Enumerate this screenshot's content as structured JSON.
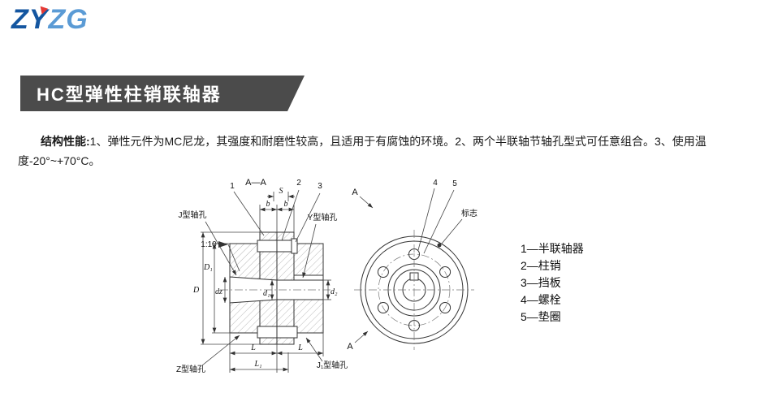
{
  "logo": {
    "primary": "ZY",
    "secondary": "ZG",
    "primary_color": "#1456a0",
    "secondary_color": "#5b9bd5",
    "accent_color": "#e53935"
  },
  "banner": {
    "title": "HC型弹性柱销联轴器",
    "background": "#4b4b4b",
    "text_color": "#ffffff"
  },
  "description": {
    "label": "结构性能:",
    "text": "1、弹性元件为MC尼龙，其强度和耐磨性较高，且适用于有腐蚀的环境。2、两个半联轴节轴孔型式可任意组合。3、使用温度-20°~+70°C。"
  },
  "diagram": {
    "section_label": "A—A",
    "callouts": {
      "part1": "1",
      "part2": "2",
      "part3": "3",
      "part4": "4",
      "part5": "5",
      "mark": "标志",
      "view_arrow": "A",
      "taper": "1:10"
    },
    "bores": {
      "j": "J型轴孔",
      "y": "Y型轴孔",
      "z": "Z型轴孔",
      "j1": "J₁型轴孔"
    },
    "dims": {
      "S": "S",
      "b": "b",
      "D": "D",
      "D1": "D₁",
      "dz": "dz",
      "d1": "d₁",
      "d2": "d₂",
      "L": "L",
      "L1": "L₁"
    },
    "legend": [
      "1—半联轴器",
      "2—柱销",
      "3—挡板",
      "4—螺栓",
      "5—垫圈"
    ]
  }
}
